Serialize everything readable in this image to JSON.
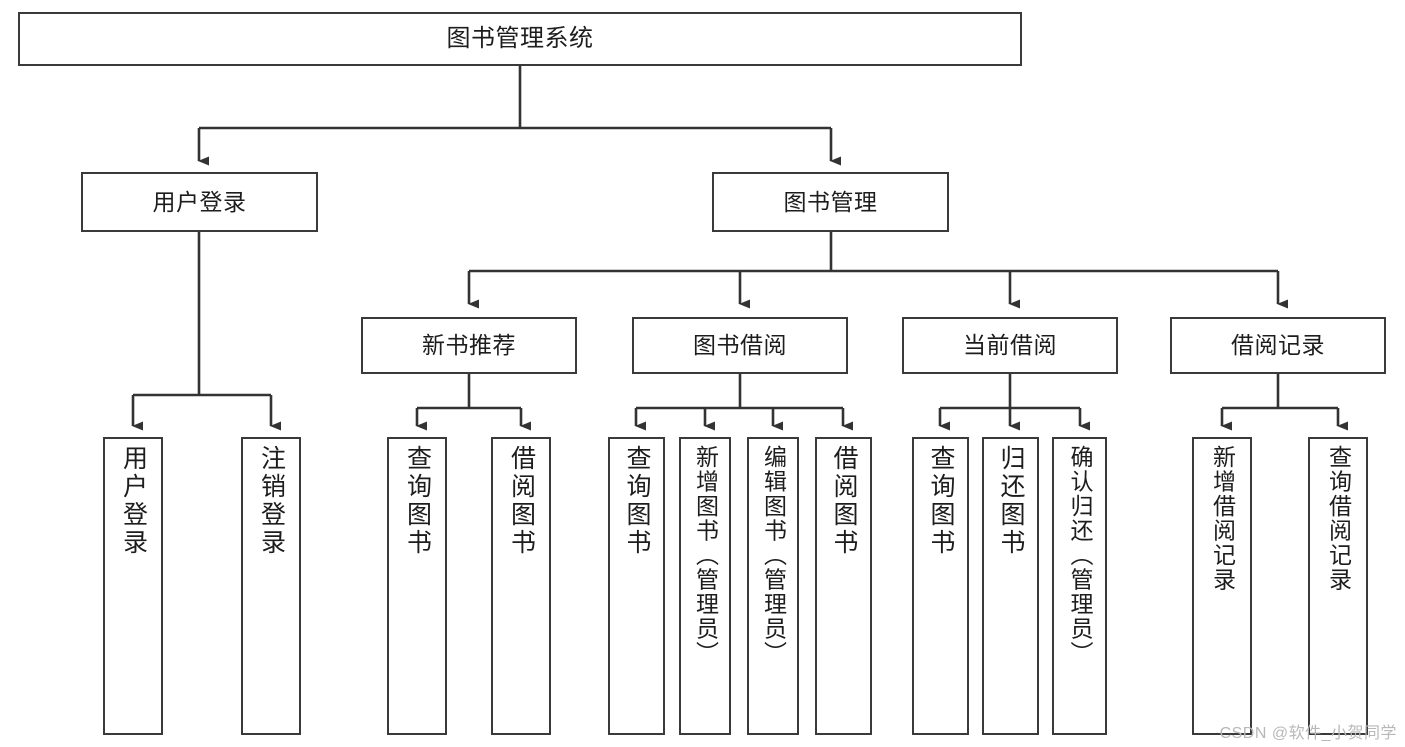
{
  "diagram": {
    "title": "图书管理系统",
    "type": "tree-hierarchy-diagram",
    "watermark": "CSDN @软件_小贺同学",
    "colors": {
      "border": "#3a3a3a",
      "background": "#ffffff",
      "text": "#1d1d1d",
      "edge": "#333333",
      "watermark": "#b8b8b8"
    },
    "nodes": {
      "root": {
        "label": "图书管理系统"
      },
      "level2": [
        {
          "label": "用户登录"
        },
        {
          "label": "图书管理"
        }
      ],
      "level3": [
        {
          "label": "新书推荐"
        },
        {
          "label": "图书借阅"
        },
        {
          "label": "当前借阅"
        },
        {
          "label": "借阅记录"
        }
      ],
      "leaves": {
        "user_login": [
          {
            "label": "用户登录"
          },
          {
            "label": "注销登录"
          }
        ],
        "new_book_recommend": [
          {
            "label": "查询图书"
          },
          {
            "label": "借阅图书"
          }
        ],
        "book_borrow": [
          {
            "label": "查询图书"
          },
          {
            "label": "新增图书（管理员）"
          },
          {
            "label": "编辑图书（管理员）"
          },
          {
            "label": "借阅图书"
          }
        ],
        "current_borrow": [
          {
            "label": "查询图书"
          },
          {
            "label": "归还图书"
          },
          {
            "label": "确认归还（管理员）"
          }
        ],
        "borrow_record": [
          {
            "label": "新增借阅记录"
          },
          {
            "label": "查询借阅记录"
          }
        ]
      }
    }
  }
}
